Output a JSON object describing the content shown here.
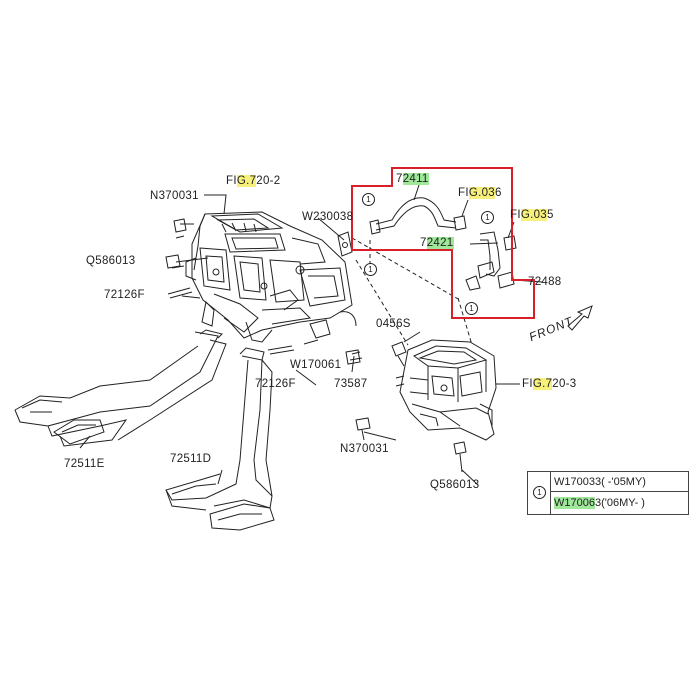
{
  "labels": {
    "fig_720_2": {
      "a": "FI",
      "b": "G.7",
      "c": "20-2"
    },
    "n370031_top": "N370031",
    "w230038": "W230038",
    "q586013_left": "Q586013",
    "p72126f_left": "72126F",
    "w170061": "W170061",
    "p72126f_mid": "72126F",
    "p73587": "73587",
    "p72511e": "72511E",
    "p72511d": "72511D",
    "p72411": {
      "a": "7",
      "b": "2411"
    },
    "p72421": {
      "a": "7",
      "b": "2421"
    },
    "fig_036": {
      "a": "FI",
      "b": "G.03",
      "c": "6"
    },
    "fig_035": {
      "a": "FI",
      "b": "G.03",
      "c": "5"
    },
    "p72488": "72488",
    "p0456s": "0456S",
    "fig_720_3": {
      "a": "FI",
      "b": "G.7",
      "c": "20-3"
    },
    "n370031_bot": "N370031",
    "q586013_bot": "Q586013",
    "front": "FRONT",
    "circle_mark": "1"
  },
  "legend": {
    "mark": "1",
    "row1": "W170033(  -'05MY)",
    "row2": {
      "a": "W17006",
      "b": "3('06MY-  )"
    }
  },
  "colors": {
    "highlight_yellow": "#f7f07a",
    "highlight_green": "#9fe89a",
    "callout_box": "#d8202a",
    "line": "#222222"
  }
}
